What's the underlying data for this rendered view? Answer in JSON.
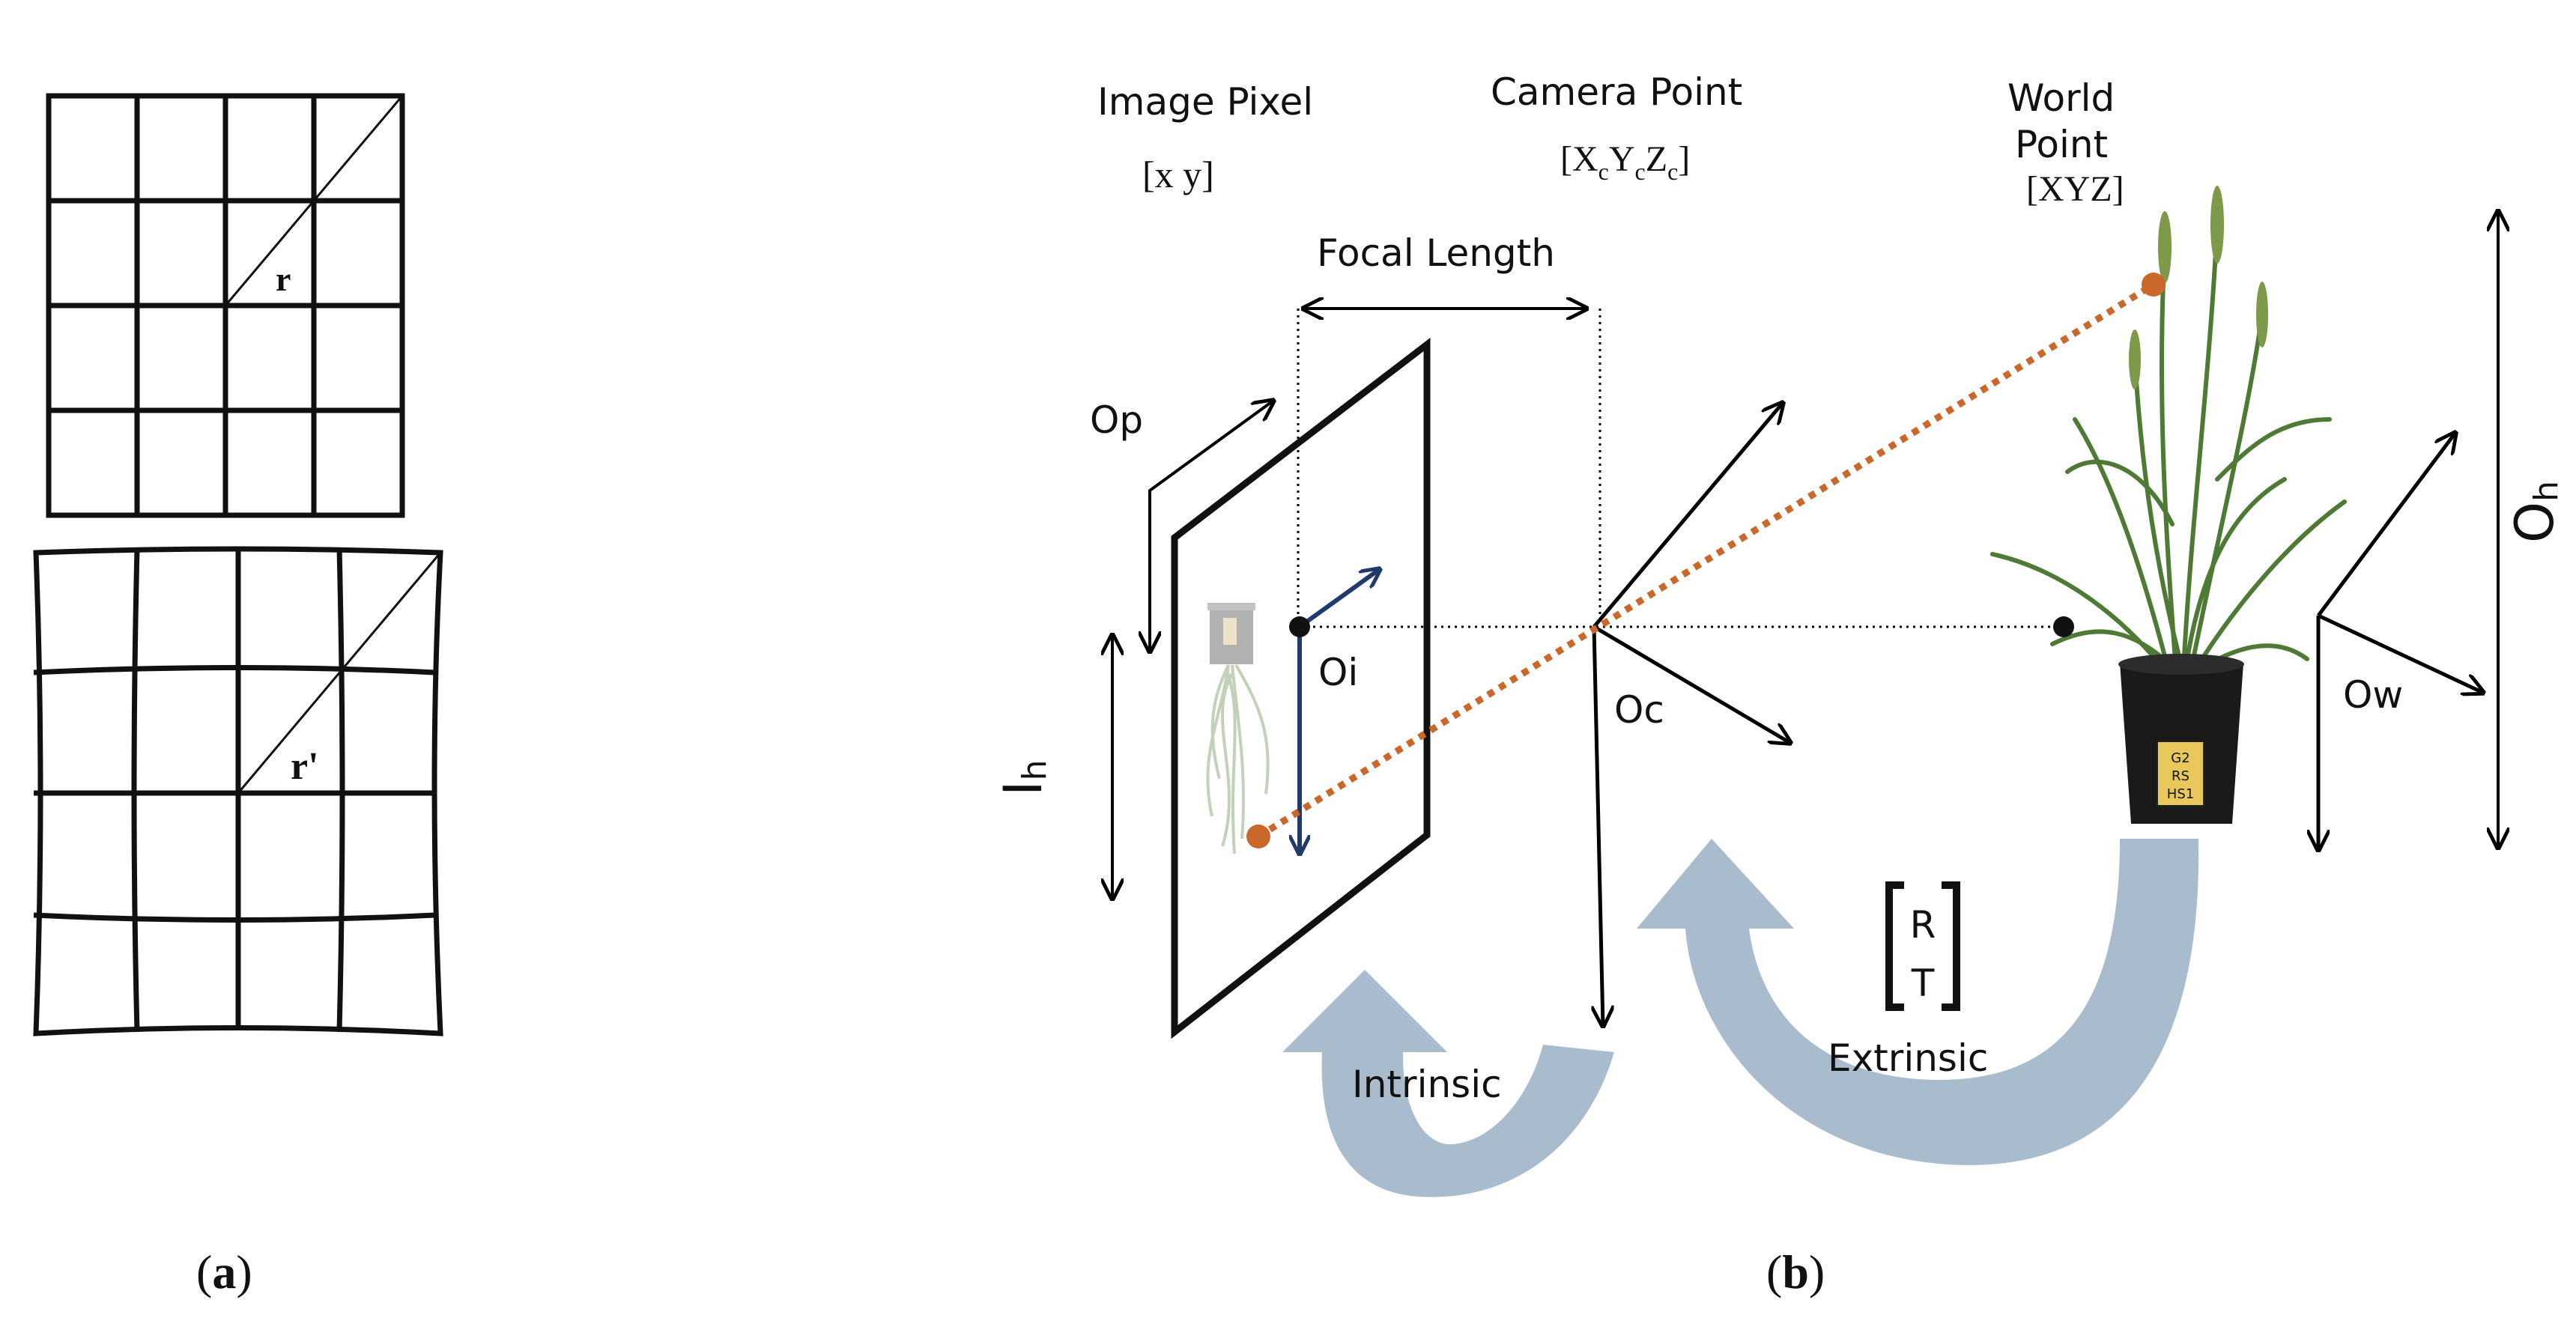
{
  "panel_a": {
    "label": "(a)",
    "label_bold": "a",
    "radius_label": "r",
    "distorted_radius_label": "r'"
  },
  "panel_b": {
    "label": "(b)",
    "label_bold": "b",
    "image_pixel": {
      "title": "Image Pixel",
      "coords": "[x y]"
    },
    "camera_point": {
      "title": "Camera Point",
      "coords_parts": [
        "[X",
        "c",
        "Y",
        "c",
        "Z",
        "c",
        "]"
      ]
    },
    "world_point": {
      "title_line1": "World",
      "title_line2": "Point",
      "coords": "[XYZ]"
    },
    "focal_length": "Focal Length",
    "op": "Op",
    "oi": "Oi",
    "oc": "Oc",
    "ow": "Ow",
    "ih": {
      "main": "I",
      "sub": "h"
    },
    "oh": {
      "main": "O",
      "sub": "h"
    },
    "matrix": [
      "R",
      "T"
    ],
    "intrinsic": "Intrinsic",
    "extrinsic": "Extrinsic",
    "pot_label": [
      "G2",
      "RS",
      "HS1"
    ]
  },
  "colors": {
    "arrow_fill": "#a9bcce",
    "projection_line": "#c9682a",
    "blue_axes": "#1f3a6b",
    "black": "#000000"
  }
}
